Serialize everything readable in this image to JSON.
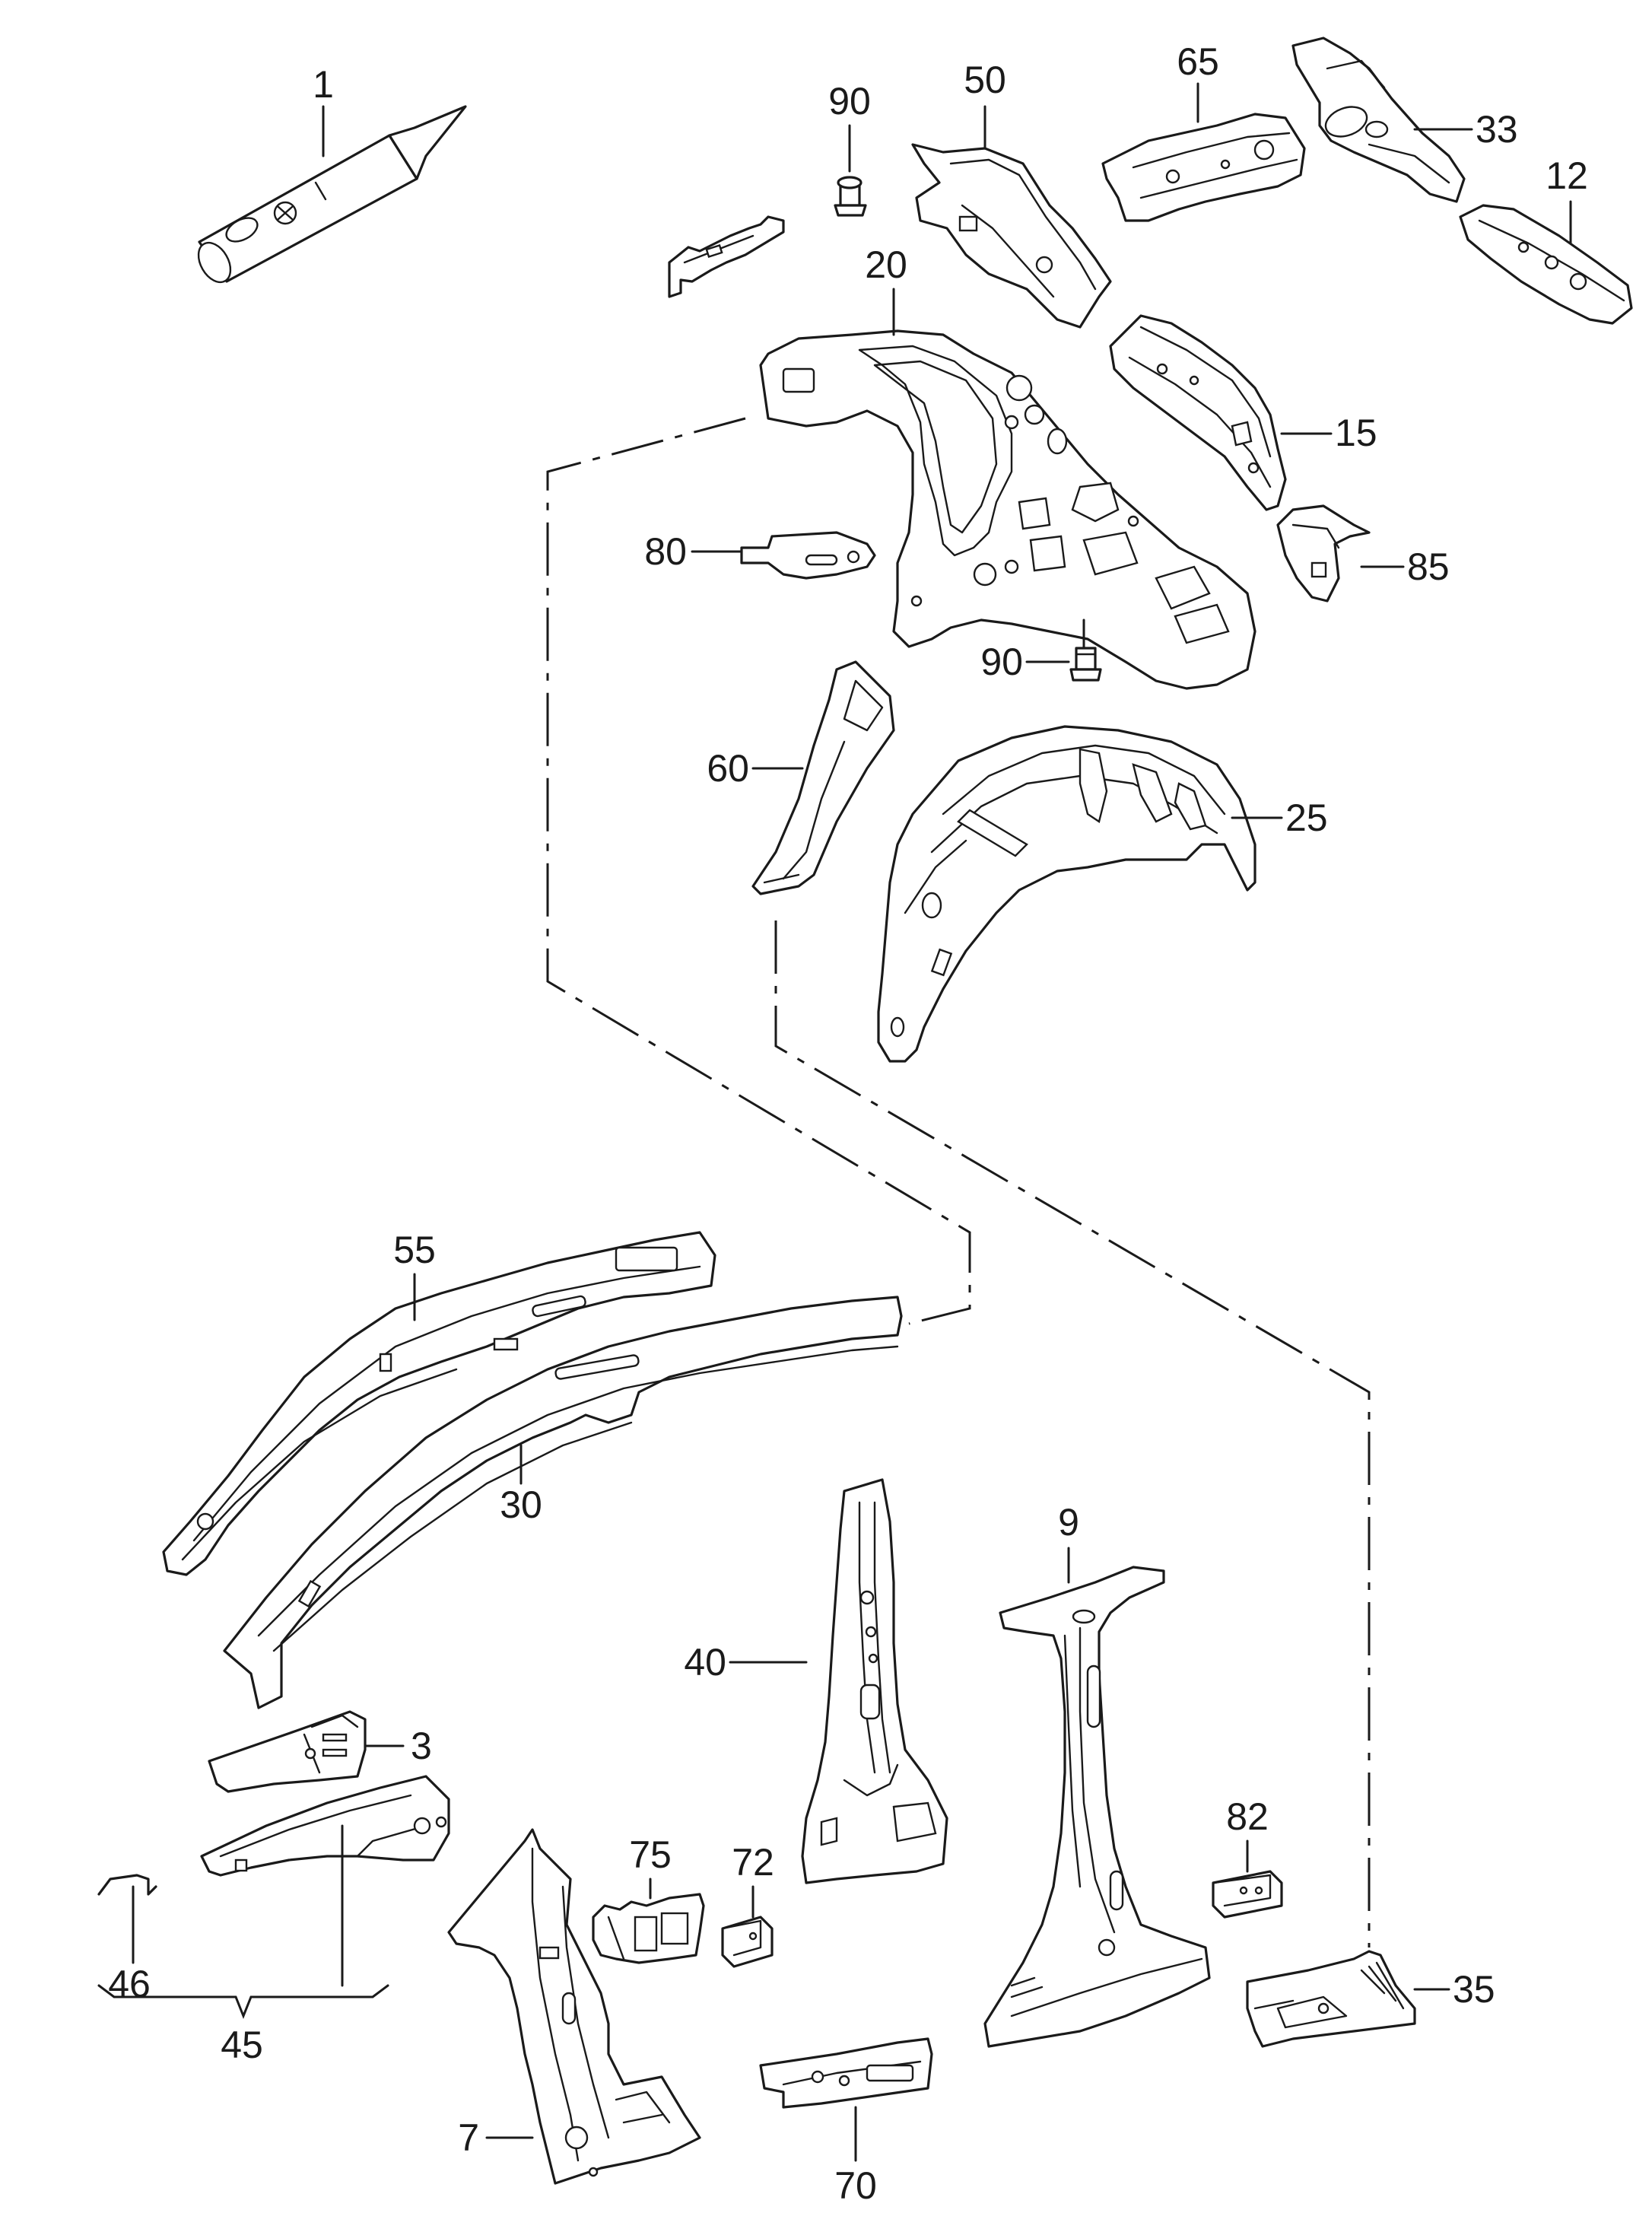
{
  "labels": {
    "p1": "1",
    "p3": "3",
    "p7": "7",
    "p9": "9",
    "p12": "12",
    "p15": "15",
    "p20": "20",
    "p25": "25",
    "p30": "30",
    "p33": "33",
    "p35": "35",
    "p40": "40",
    "p45": "45",
    "p46": "46",
    "p50": "50",
    "p55": "55",
    "p60": "60",
    "p65": "65",
    "p70": "70",
    "p72": "72",
    "p75": "75",
    "p80": "80",
    "p82": "82",
    "p85": "85",
    "p90a": "90",
    "p90b": "90"
  },
  "colors": {
    "line": "#1a1a1a",
    "background": "#ffffff"
  }
}
